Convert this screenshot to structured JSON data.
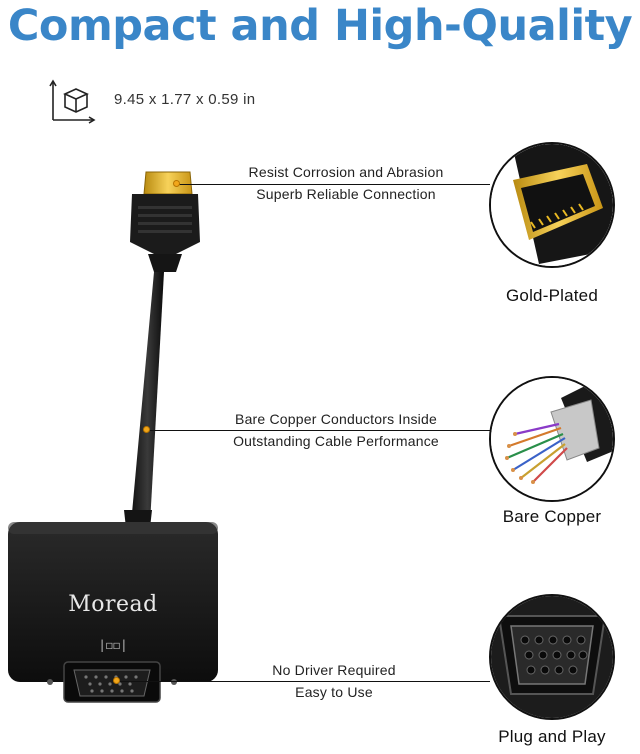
{
  "title": "Compact and High-Quality",
  "dimensions": {
    "icon": "box-3d-icon",
    "text": "9.45 x 1.77 x 0.59 in"
  },
  "brand": "Moread",
  "port_symbol": "|◻◻|",
  "features": [
    {
      "line1": "Resist Corrosion and Abrasion",
      "line2": "Superb Reliable Connection",
      "label": "Gold-Plated",
      "icon": "hdmi-gold-connector-icon"
    },
    {
      "line1": "Bare Copper Conductors Inside",
      "line2": "Outstanding Cable Performance",
      "label": "Bare Copper",
      "icon": "copper-wires-icon"
    },
    {
      "line1": "No Driver Required",
      "line2": "Easy to Use",
      "label": "Plug and Play",
      "icon": "vga-port-icon"
    }
  ],
  "colors": {
    "title": "#3a86c8",
    "accent_dot": "#f2a71b",
    "gold": "#e9b923"
  }
}
